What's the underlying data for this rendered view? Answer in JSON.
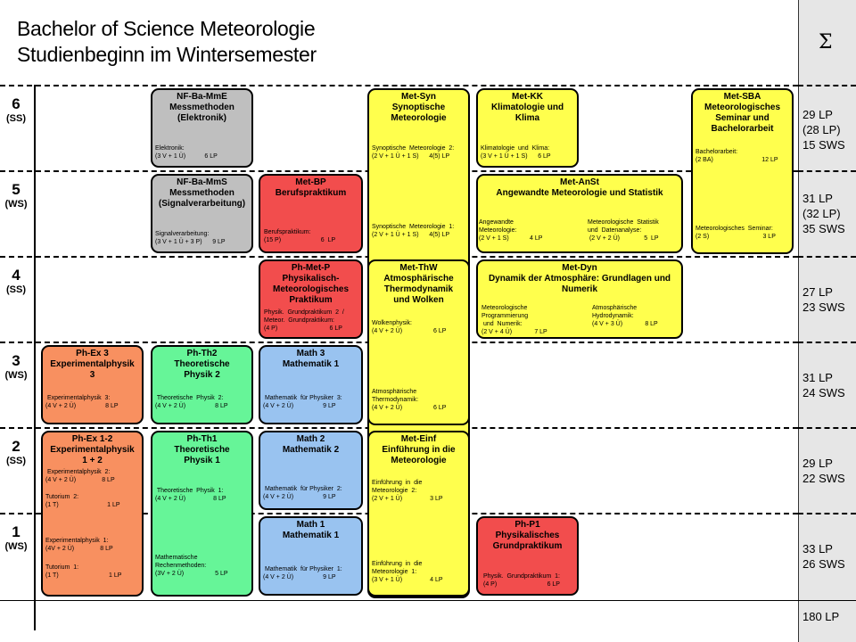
{
  "title_line1": "Bachelor of Science Meteorologie",
  "title_line2": "Studienbeginn im Wintersemester",
  "sigma": "Σ",
  "semesters": [
    {
      "num": "6",
      "label": "(SS)"
    },
    {
      "num": "5",
      "label": "(WS)"
    },
    {
      "num": "4",
      "label": "(SS)"
    },
    {
      "num": "3",
      "label": "(WS)"
    },
    {
      "num": "2",
      "label": "(SS)"
    },
    {
      "num": "1",
      "label": "(WS)"
    }
  ],
  "totals": [
    "29 LP\n(28 LP)\n15 SWS",
    "31 LP\n(32 LP)\n35 SWS",
    "27 LP\n23 SWS",
    "31 LP\n24 SWS",
    "29 LP\n22 SWS",
    "33 LP\n26 SWS"
  ],
  "grand_total": "180 LP",
  "colors": {
    "gray": "#bfbfbf",
    "yellow": "#ffff4d",
    "red": "#f24d4d",
    "orange": "#f89060",
    "green": "#66f598",
    "blue": "#99c3f0"
  },
  "modules": {
    "nf_mme": {
      "title": "NF-Ba-MmE\nMessmethoden\n(Elektronik)",
      "d1": "Elektronik:",
      "d2": "(3 V + 1 Ü)           6 LP"
    },
    "met_syn": {
      "title": "Met-Syn\nSynoptische\nMeteorologie",
      "d1": "Synoptische  Meteorologie  2:",
      "d2": "(2 V + 1 Ü + 1 S)      4(5) LP",
      "d3": "Synoptische  Meteorologie  1:",
      "d4": "(2 V + 1 Ü + 1 S)      4(5) LP"
    },
    "met_kk": {
      "title": "Met-KK\nKlimatologie und\nKlima",
      "d1": "Klimatologie  und  Klima:",
      "d2": "(3 V + 1 Ü + 1 S)      6 LP"
    },
    "met_sba": {
      "title": "Met-SBA\nMeteorologisches\nSeminar und\nBachelorarbeit",
      "d1": "Bachelorarbeit:",
      "d2": "(2 BA)                            12 LP",
      "d3": "Meteorologisches  Seminar:",
      "d4": "(2 S)                               3 LP"
    },
    "nf_mms": {
      "title": "NF-Ba-MmS\nMessmethoden\n(Signalverarbeitung)",
      "d1": "Signalverarbeitung:",
      "d2": "(3 V + 1 Ü + 3 P)      9 LP"
    },
    "met_bp": {
      "title": "Met-BP\nBerufspraktikum",
      "d1": "Berufspraktikum:",
      "d2": "(15 P)                       6  LP"
    },
    "met_anst": {
      "title": "Met-AnSt\nAngewandte Meteorologie und Statistik",
      "d1": "Angewandte\nMeteorologie:\n(2 V + 1 S)            4 LP",
      "d2": "Meteorologische  Statistik\nund  Datenanalyse:\n (2 V + 2 Ü)              5  LP"
    },
    "ph_met_p": {
      "title": "Ph-Met-P\nPhysikalisch-\nMeteorologisches\nPraktikum",
      "d1": "Physik.  Grundpraktikum  2  /\nMeteor.  Grundpraktikum:\n(4 P)                              6 LP"
    },
    "met_thw": {
      "title": "Met-ThW\nAtmosphärische\nThermodynamik\nund Wolken",
      "d1": "Wolkenphysik:\n(4 V + 2 Ü)                  6 LP",
      "d2": "Atmosphärische\nThermodynamik:\n(4 V + 2 Ü)                  6 LP"
    },
    "met_dyn": {
      "title": "Met-Dyn\nDynamik der Atmosphäre: Grundlagen und\nNumerik",
      "d1": "Meteorologische\nProgrammierung\n und  Numerik:\n(2 V + 4 Ü)             7 LP",
      "d2": "Atmosphärische\nHydrodynamik:\n(4 V + 3 Ü)             8 LP"
    },
    "ph_ex3": {
      "title": "Ph-Ex 3\nExperimentalphysik\n3",
      "d1": " Experimentalphysik  3:\n(4 V + 2 Ü)                 8 LP"
    },
    "ph_th2": {
      "title": "Ph-Th2\nTheoretische\nPhysik 2",
      "d1": " Theoretische  Physik  2:\n(4 V + 2 Ü)                 8 LP"
    },
    "math3": {
      "title": "Math 3\nMathematik 1",
      "d1": " Mathematik  für Physiker  3:\n(4 V + 2 Ü)                 9 LP"
    },
    "ph_ex12": {
      "title": "Ph-Ex 1-2\nExperimentalphysik\n1 + 2",
      "d1": " Experimentalphysik  2:\n(4 V + 2 Ü)               8 LP",
      "d2": "Tutorium  2:\n(1 T)                            1 LP",
      "d3": "Experimentalphysik  1:\n(4V + 2 Ü)               8 LP",
      "d4": "Tutorium  1:\n(1 T)                             1 LP"
    },
    "ph_th1": {
      "title": "Ph-Th1\nTheoretische\nPhysik 1",
      "d1": " Theoretische  Physik  1:\n(4 V + 2 Ü)                8 LP",
      "d2": "Mathematische\nRechenmethoden:\n(3V + 2 Ü)                  5 LP"
    },
    "math2": {
      "title": "Math 2\nMathematik 2",
      "d1": " Mathematik  für Physiker  2:\n(4 V + 2 Ü)                 9 LP"
    },
    "met_einf": {
      "title": "Met-Einf\nEinführung in die\nMeteorologie",
      "d1": "Einführung  in  die\nMeteorologie  2:\n(2 V + 1 Ü)                3 LP",
      "d2": "Einführung  in  die\nMeteorologie  1:\n(3 V + 1 Ü)                4 LP"
    },
    "math1": {
      "title": "Math 1\nMathematik 1",
      "d1": " Mathematik  für Physiker  1:\n(4 V + 2 Ü)                 9 LP"
    },
    "ph_p1": {
      "title": "Ph-P1\nPhysikalisches\nGrundpraktikum",
      "d1": "Physik.  Grundpraktikum  1:\n(4 P)                             6 LP"
    }
  }
}
